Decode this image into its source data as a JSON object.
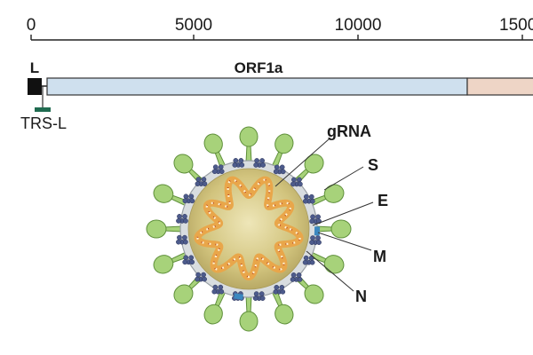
{
  "scale": {
    "ticks": [
      "0",
      "5000",
      "10000",
      "1500"
    ]
  },
  "genome": {
    "leader_label": "L",
    "orf1a_label": "ORF1a",
    "trs_label": "TRS-L"
  },
  "virion": {
    "grna_label": "gRNA",
    "s_label": "S",
    "e_label": "E",
    "m_label": "M",
    "n_label": "N"
  },
  "colors": {
    "orf1a_fill": "#cfe0ee",
    "orf1b_fill": "#eed5c6",
    "leader_fill": "#111111",
    "trs_fill": "#1f6b50",
    "spike_fill": "#a7d27a",
    "spike_stroke": "#5e8f3a",
    "membrane_fill": "#d9dde0",
    "core_fill": "#d8cc8a",
    "rna_fill": "#e9a64a",
    "m_protein": "#4d5b8c",
    "e_protein": "#3c88c0"
  }
}
